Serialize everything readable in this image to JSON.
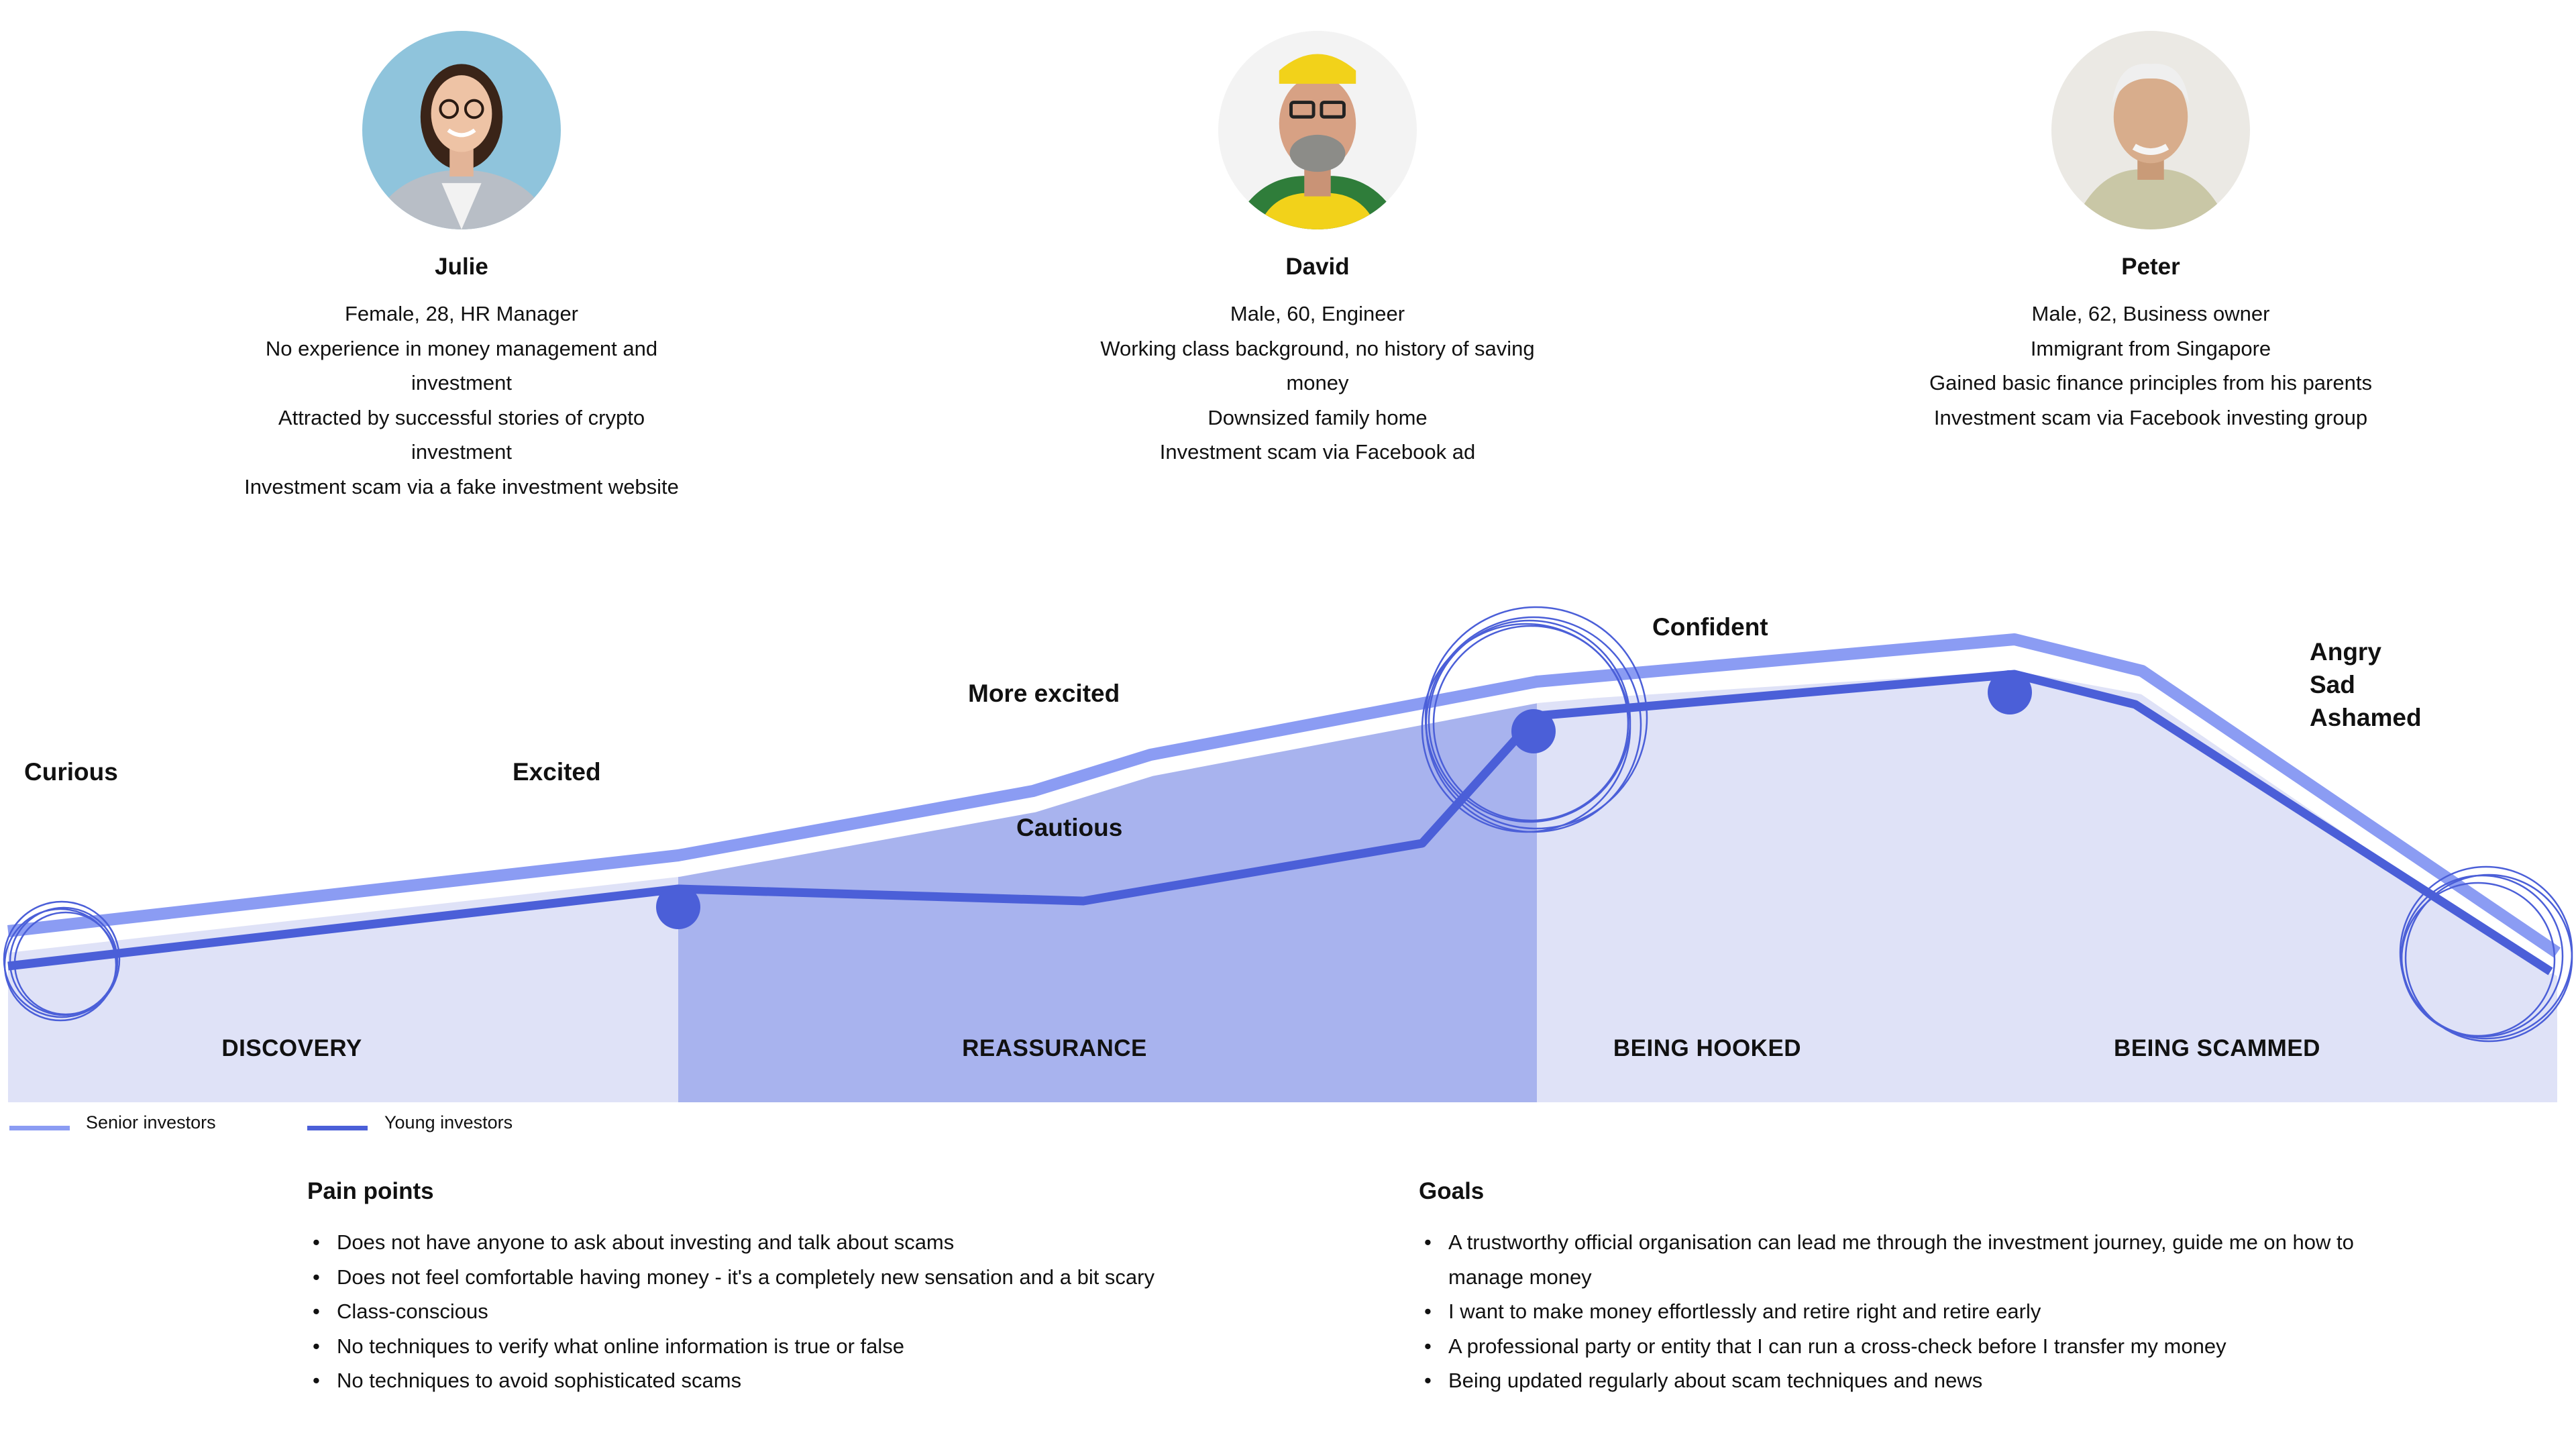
{
  "personas": [
    {
      "name": "Julie",
      "details": [
        "Female, 28, HR Manager",
        "No experience in money management and",
        "investment",
        "Attracted by successful stories of crypto",
        "investment",
        "Investment scam via a fake investment website"
      ]
    },
    {
      "name": "David",
      "details": [
        "Male, 60, Engineer",
        "Working class background, no history of saving",
        "money",
        "Downsized family home",
        "Investment scam via Facebook ad"
      ]
    },
    {
      "name": "Peter",
      "details": [
        "Male, 62, Business owner",
        "Immigrant from Singapore",
        "Gained basic finance principles from his parents",
        "Investment scam via Facebook investing group"
      ]
    }
  ],
  "emotions": {
    "curious": "Curious",
    "excited": "Excited",
    "more_excited": "More excited",
    "cautious": "Cautious",
    "confident": "Confident",
    "angry": "Angry",
    "sad": "Sad",
    "ashamed": "Ashamed"
  },
  "phases": [
    "DISCOVERY",
    "REASSURANCE",
    "BEING HOOKED",
    "BEING SCAMMED"
  ],
  "legend": {
    "senior": "Senior investors",
    "young": "Young investors"
  },
  "colors": {
    "senior_line": "#8b9cf3",
    "young_line": "#4b5fd8",
    "phase_light": "#dfe2f7",
    "phase_mid": "#a8b3ee"
  },
  "pain_points": {
    "title": "Pain points",
    "items": [
      "Does not have anyone to ask about investing and talk about scams",
      "Does not feel comfortable having money - it's a completely new sensation and a bit scary",
      "Class-conscious",
      "No techniques to verify what online information is true or false",
      "No techniques to avoid sophisticated scams"
    ]
  },
  "goals": {
    "title": "Goals",
    "items": [
      "A trustworthy official organisation can lead me through the investment journey, guide me on how to",
      "manage money",
      "I want to make money effortlessly and retire right and retire early",
      "A professional party or entity that I can run a cross-check before I transfer my money",
      "Being updated regularly about scam techniques and news"
    ]
  }
}
